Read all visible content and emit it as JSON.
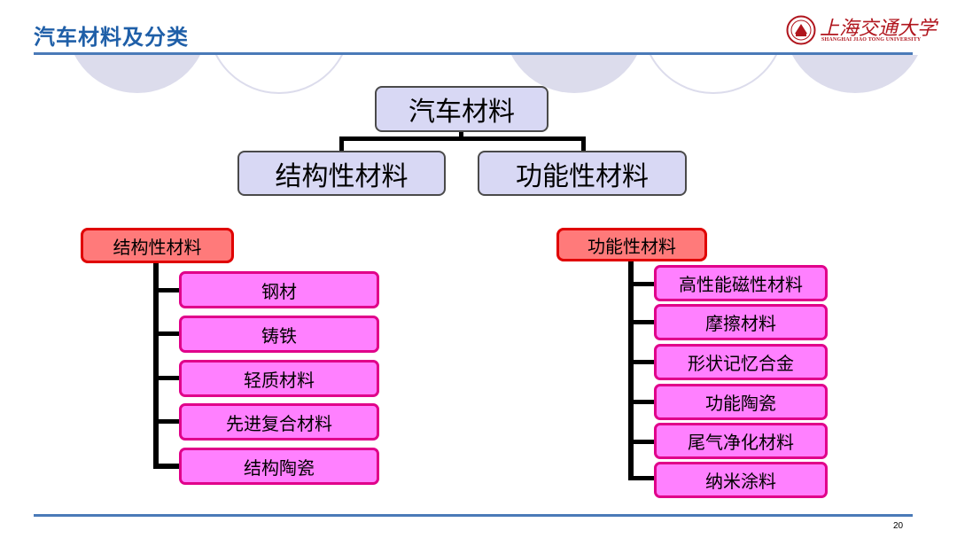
{
  "header": {
    "title": "汽车材料及分类"
  },
  "logo": {
    "name_cn": "上海交通大学",
    "name_en": "SHANGHAI JIAO TONG UNIVERSITY",
    "emblem_color": "#b0151d"
  },
  "diagram": {
    "root": "汽车材料",
    "level1": [
      "结构性材料",
      "功能性材料"
    ],
    "structural": {
      "label": "结构性材料",
      "items": [
        "钢材",
        "铸铁",
        "轻质材料",
        "先进复合材料",
        "结构陶瓷"
      ]
    },
    "functional": {
      "label": "功能性材料",
      "items": [
        "高性能磁性材料",
        "摩擦材料",
        "形状记忆合金",
        "功能陶瓷",
        "尾气净化材料",
        "纳米涂料"
      ]
    }
  },
  "footer": {
    "page_number": "20"
  },
  "colors": {
    "title": "#1f5fa8",
    "rule": "#4a7ab8",
    "top_box": "#d8d8f4",
    "head_box": "#ff7a7a",
    "head_border": "#e00000",
    "item_box": "#ff80ff",
    "item_border": "#e0008a",
    "deco_circle": "#dcdcec"
  }
}
